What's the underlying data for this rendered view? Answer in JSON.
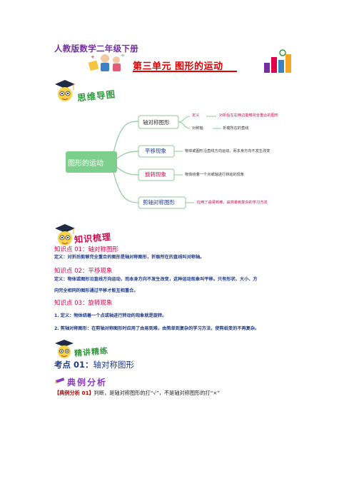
{
  "header": {
    "series_title": "人教版数学二年级下册",
    "unit_title": "第三单元 图形的运动"
  },
  "sections": {
    "mindmap_label": "思维导图",
    "knowledge_label": "知识梳理",
    "practice_label": "精讲精练"
  },
  "mindmap": {
    "root": "图形的运动",
    "branches": [
      {
        "label": "轴对称图形",
        "color": "#e0004a",
        "subs": [
          {
            "term": "定义",
            "text": "对折后左右两边能够完全重合的图形"
          },
          {
            "term": "对称轴",
            "text": "折痕所在的直线"
          }
        ]
      },
      {
        "label": "平移现象",
        "color": "#1f3a8a",
        "text": "物体或图形沿直线方向运动，而本身方向不发生改变"
      },
      {
        "label": "旋转现象",
        "color": "#e0004a",
        "text": "物体绕着一个点或轴进行转动的现象"
      },
      {
        "label": "剪轴对称图形",
        "color": "#1f3a8a",
        "text": "应用了由易到难，由简单到复杂的学习方法"
      }
    ]
  },
  "knowledge": {
    "kp1_title": "知识点 01：轴对称图形",
    "kp1_body": "定义：对折后能够完全重合的图形是轴对称图形，折痕所在的直线叫对称轴。",
    "kp2_title": "知识点 02：平移现象",
    "kp2_body_line1": "定义：物体或图形沿直线方向运动，而本身方向不发生改变，这种运动现象叫平移。只有形状、大小、方",
    "kp2_body_line2": "向完全相同的图形通过平移才能互相重合。",
    "kp3_title": "知识点 03：旋转现象",
    "kp3_item1": "1. 定义：物体绕着一个点或轴进行转动的现象就是旋转。",
    "kp3_item2": "2. 剪轴对称图形：在剪轴对称图形时应用了由易到难，由简单到复杂的学习方法，使剪纸变的不再复杂。"
  },
  "exam": {
    "point_prefix": "考点 01：",
    "point_title": "轴对称图形",
    "typical_label": "典例分析",
    "example_tag": "【典例分析 01】",
    "example_text": "判断，是轴对称图形的打“√”，不是轴对称图形的打“×”"
  },
  "colors": {
    "purple": "#7030a0",
    "red": "#e00000",
    "pink": "#e0004a",
    "green": "#2e9a3a",
    "navy": "#1f3a8a",
    "root_fill": "#7dcf8c",
    "branch_line": "#8fc99a"
  },
  "icons": [
    "students-math-icon",
    "science-tools-icon",
    "scholar-mascot-icon"
  ]
}
